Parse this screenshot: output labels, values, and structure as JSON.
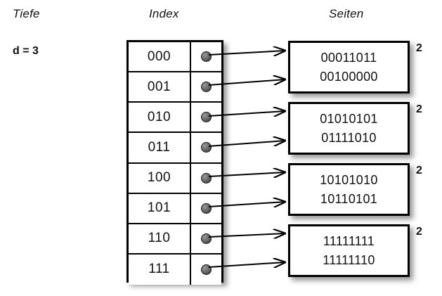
{
  "headers": {
    "depth": "Tiefe",
    "index": "Index",
    "pages": "Seiten"
  },
  "depth": {
    "label": "d = 3"
  },
  "index_table": {
    "rows": [
      {
        "key": "000",
        "pointer": "pointer-dot"
      },
      {
        "key": "001",
        "pointer": "pointer-dot"
      },
      {
        "key": "010",
        "pointer": "pointer-dot"
      },
      {
        "key": "011",
        "pointer": "pointer-dot"
      },
      {
        "key": "100",
        "pointer": "pointer-dot"
      },
      {
        "key": "101",
        "pointer": "pointer-dot"
      },
      {
        "key": "110",
        "pointer": "pointer-dot"
      },
      {
        "key": "111",
        "pointer": "pointer-dot"
      }
    ]
  },
  "pages": [
    {
      "lines": [
        "00011011",
        "00100000"
      ],
      "count": "2",
      "sources": [
        "000",
        "001"
      ]
    },
    {
      "lines": [
        "01010101",
        "01111010"
      ],
      "count": "2",
      "sources": [
        "010",
        "011"
      ]
    },
    {
      "lines": [
        "10101010",
        "10110101"
      ],
      "count": "2",
      "sources": [
        "100",
        "101"
      ]
    },
    {
      "lines": [
        "11111111",
        "11111110"
      ],
      "count": "2",
      "sources": [
        "110",
        "111"
      ]
    }
  ],
  "colors": {
    "background": "#ffffff",
    "stroke": "#000000",
    "text": "#111111",
    "dot": "#6f6f6f",
    "shadow": "rgba(0,0,0,0.40)"
  }
}
